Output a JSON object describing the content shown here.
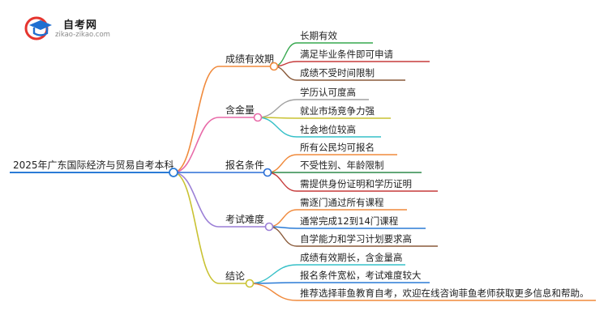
{
  "logo": {
    "title": "自考网",
    "subtitle": "zikao-zikao.com",
    "colors": {
      "red": "#e5352f",
      "blue": "#1f6fd1"
    }
  },
  "root": {
    "label": "2025年广东国际经济与贸易自考本科",
    "color": "#2a7bd6"
  },
  "branches": [
    {
      "label": "成绩有效期",
      "color": "#f08a3c",
      "children": [
        {
          "label": "长期有效",
          "color": "#37a84f"
        },
        {
          "label": "满足毕业条件即可申请",
          "color": "#c63a3a"
        },
        {
          "label": "成绩不受时间限制",
          "color": "#8a5a3a"
        }
      ]
    },
    {
      "label": "含金量",
      "color": "#e86aa8",
      "children": [
        {
          "label": "学历认可度高",
          "color": "#a0a0a0"
        },
        {
          "label": "就业市场竞争力强",
          "color": "#c9c232"
        },
        {
          "label": "社会地位较高",
          "color": "#36c0c8"
        }
      ]
    },
    {
      "label": "报名条件",
      "color": "#2a6fd6",
      "children": [
        {
          "label": "所有公民均可报名",
          "color": "#f08a3c"
        },
        {
          "label": "不受性别、年龄限制",
          "color": "#2f8a4a"
        },
        {
          "label": "需提供身份证明和学历证明",
          "color": "#c63a3a"
        }
      ]
    },
    {
      "label": "考试难度",
      "color": "#9b7fd6",
      "children": [
        {
          "label": "需逐门通过所有课程",
          "color": "#f08a3c"
        },
        {
          "label": "通常完成12到14门课程",
          "color": "#2a7bd6"
        },
        {
          "label": "自学能力和学习计划要求高",
          "color": "#8a5a3a"
        }
      ]
    },
    {
      "label": "结论",
      "color": "#c9c232",
      "children": [
        {
          "label": "成绩有效期长，含金量高",
          "color": "#36c0c8"
        },
        {
          "label": "报名条件宽松，考试难度较大",
          "color": "#2a7bd6"
        },
        {
          "label": "推荐选择菲鱼教育自考，欢迎在线咨询菲鱼老师获取更多信息和帮助。",
          "color": "#f08a3c"
        }
      ]
    }
  ]
}
